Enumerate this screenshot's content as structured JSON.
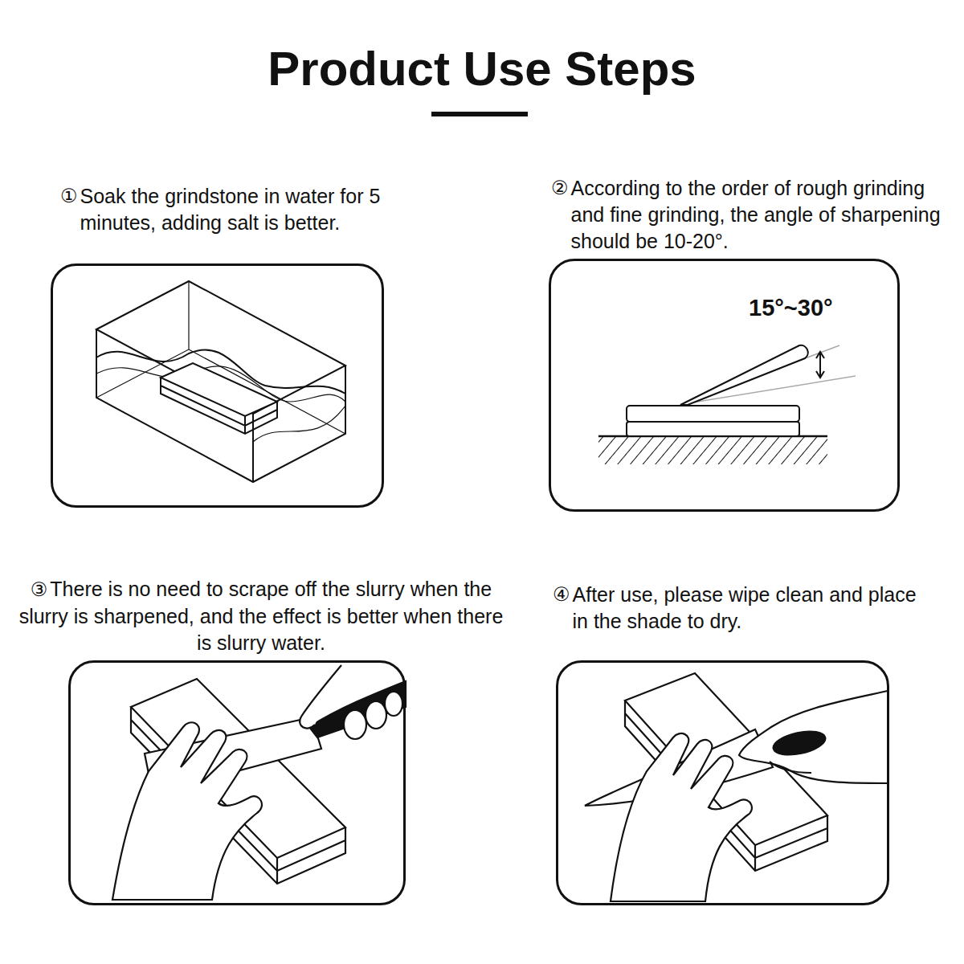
{
  "diagram": {
    "title": "Product Use Steps",
    "nodes": [
      {
        "text": [
          "①",
          "Soak the grindstone in water for 5 minutes, adding salt is better."
        ]
      },
      {
        "text": [
          "②",
          "According to the order of rough grinding and fine grinding, the angle of sharpening should be 10-20°.",
          "15°~30°"
        ]
      },
      {
        "text": [
          "③",
          "There is no need to scrape off the slurry when the slurry is sharpened, and the effect is better when there is slurry water."
        ]
      },
      {
        "text": [
          "④",
          "After use, please wipe clean and place in the shade to dry."
        ]
      }
    ]
  }
}
